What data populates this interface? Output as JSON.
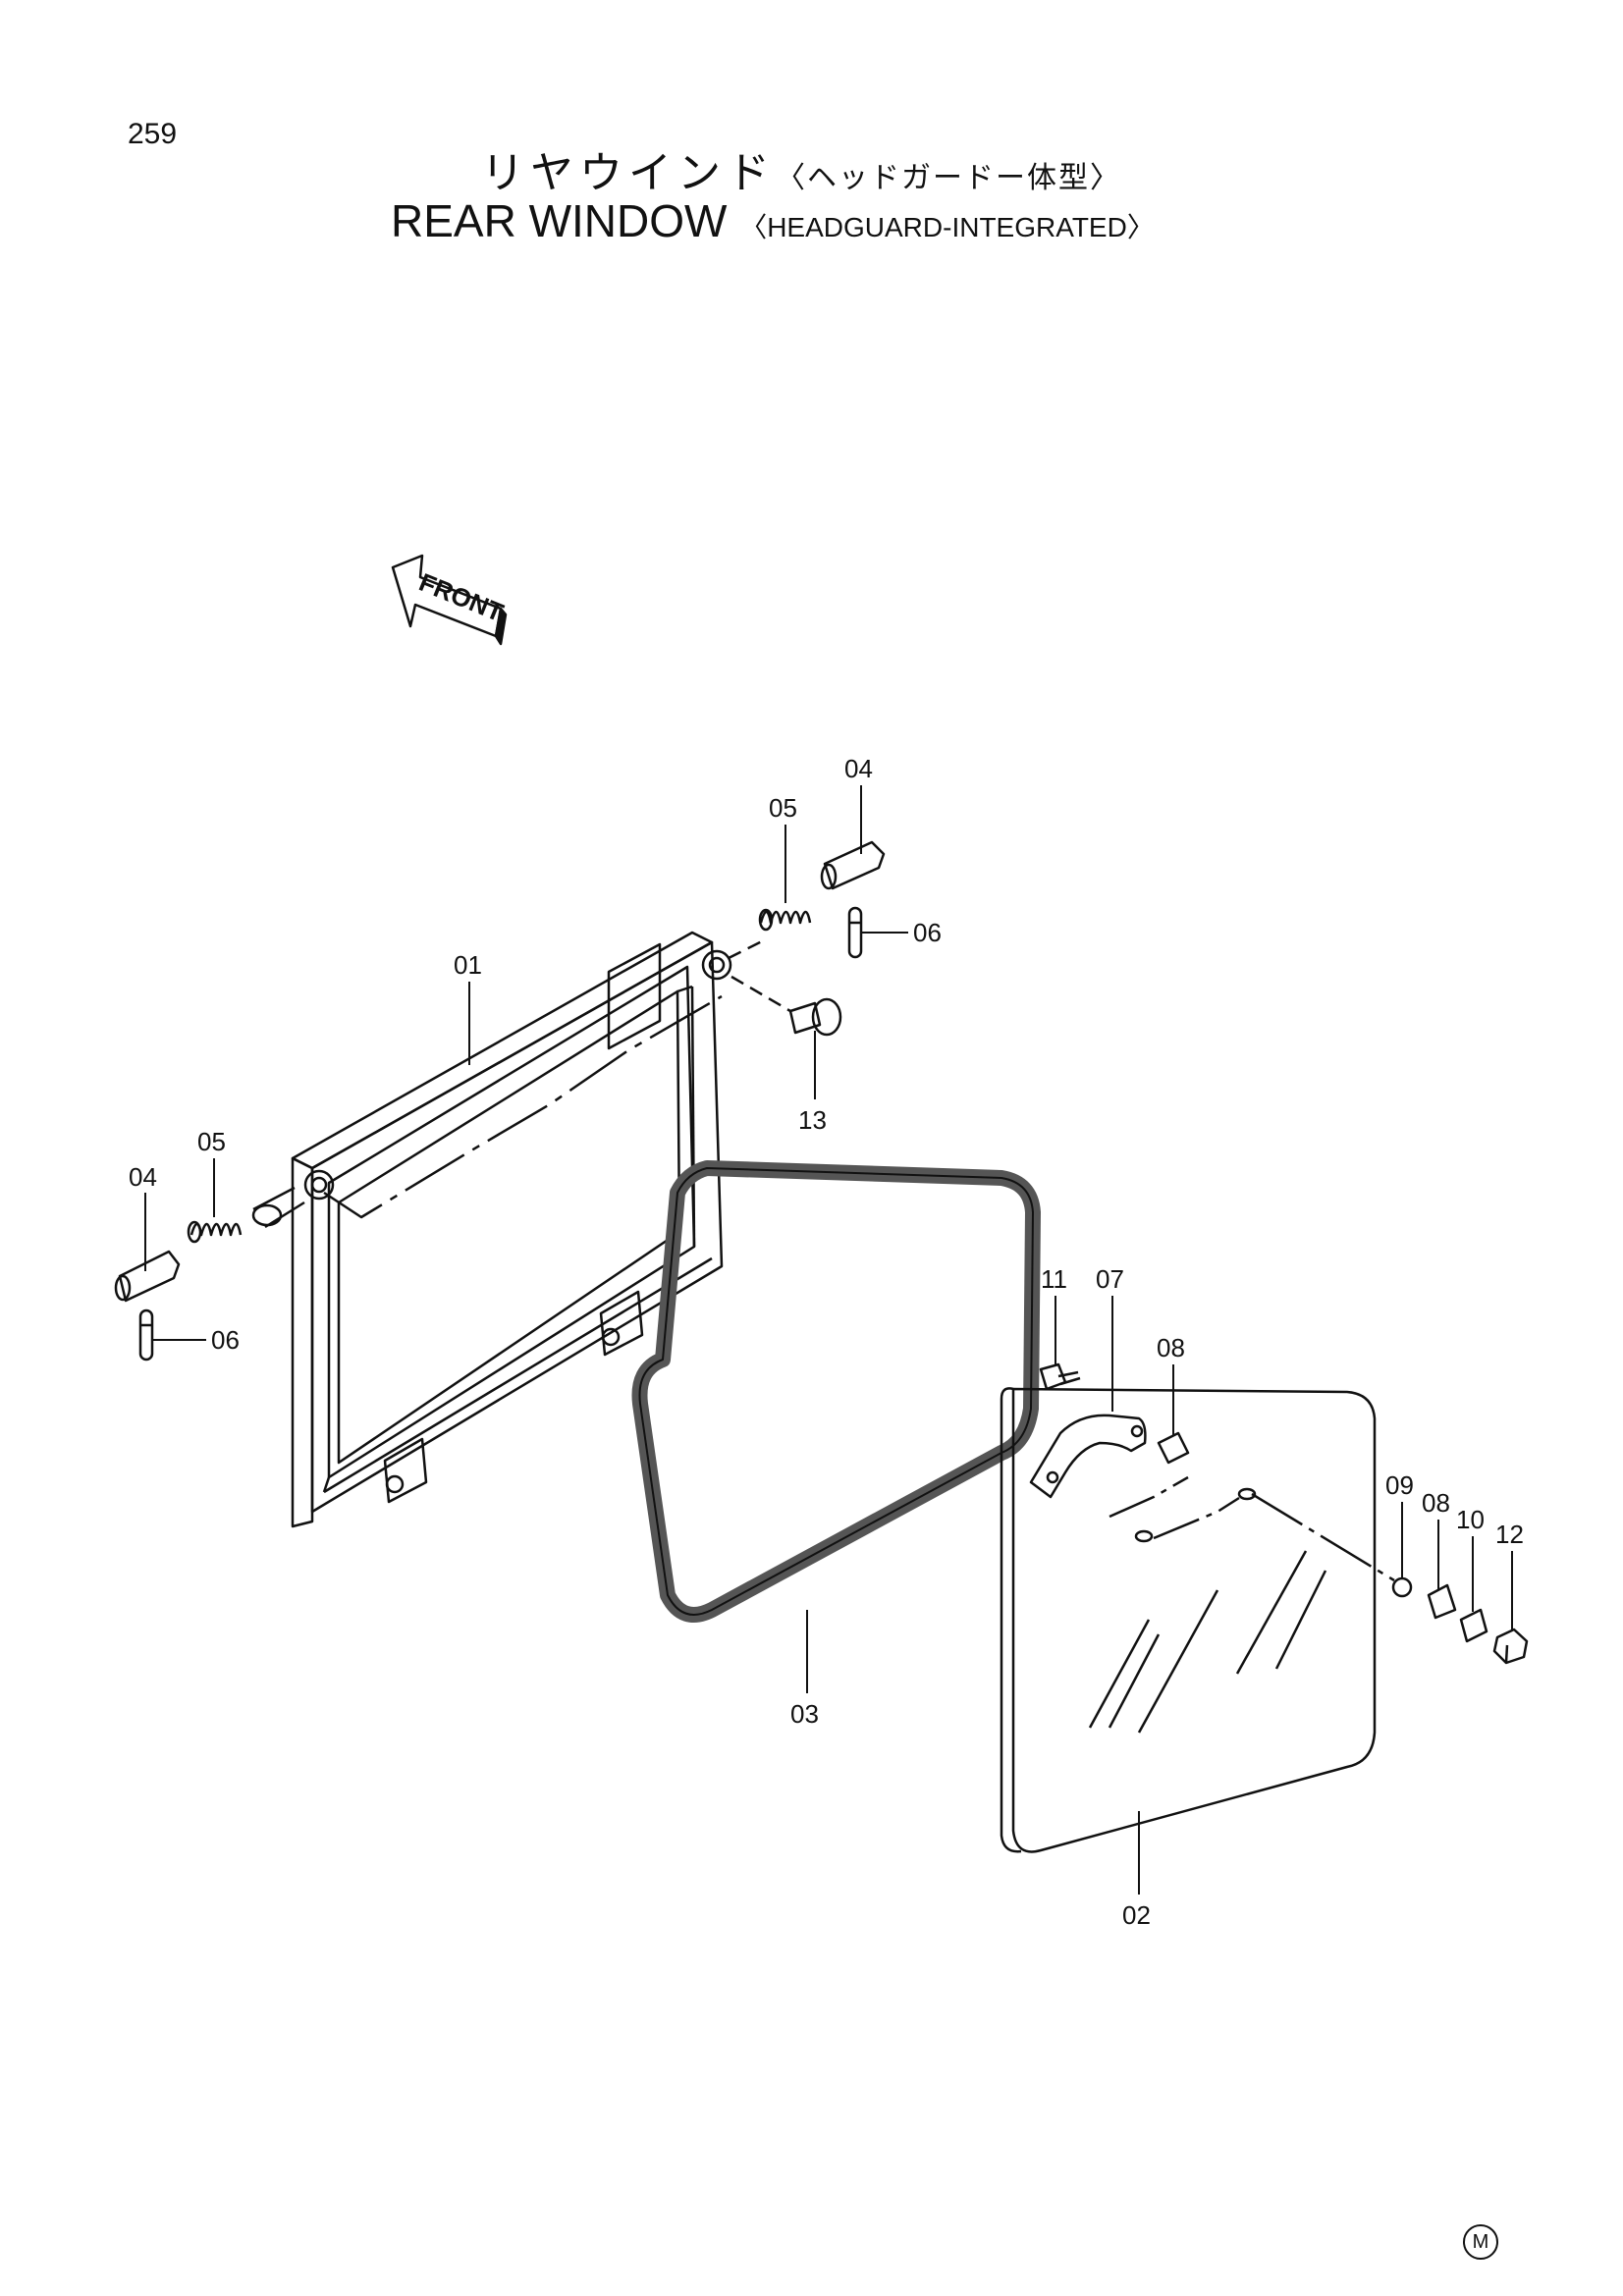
{
  "page_number": "259",
  "title": {
    "jp_main": "リヤウインド",
    "jp_sub": "〈ヘッドガードー体型〉",
    "en_main": "REAR WINDOW",
    "en_sub": "〈HEADGUARD-INTEGRATED〉"
  },
  "front_label": "FRONT",
  "callouts": {
    "c01": "01",
    "c02": "02",
    "c03": "03",
    "c04a": "04",
    "c04b": "04",
    "c05a": "05",
    "c05b": "05",
    "c06a": "06",
    "c06b": "06",
    "c07": "07",
    "c08a": "08",
    "c08b": "08",
    "c09": "09",
    "c10": "10",
    "c11": "11",
    "c12": "12",
    "c13": "13"
  },
  "mark": "M"
}
